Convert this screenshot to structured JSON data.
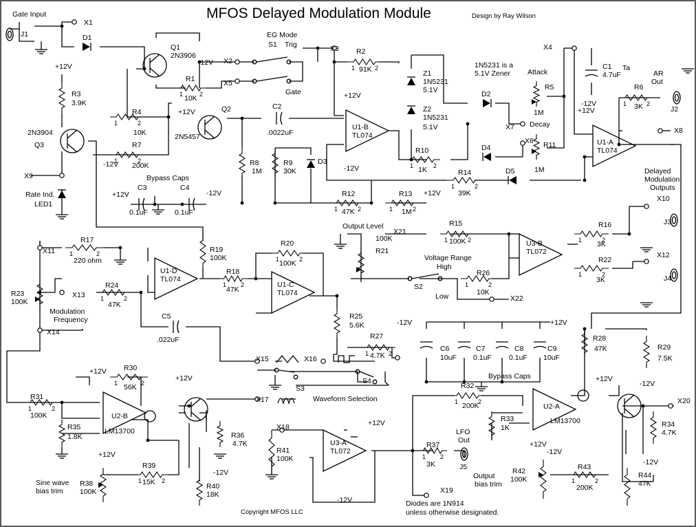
{
  "title": "MFOS Delayed Modulation Module",
  "author": "Design by Ray Wilson",
  "copyright": "Copyright MFOS LLC",
  "notes": {
    "zener": [
      "1N5231 is a",
      "5.1V Zener"
    ],
    "diodes": [
      "Diodes are 1N914",
      "unless otherwise designated."
    ],
    "bypass_caps_left": "Bypass Caps",
    "bypass_caps_right": "Bypass Caps",
    "waveform_selection": "Waveform Selection",
    "eg_mode": "EG Mode",
    "trig": "Trig",
    "gate": "Gate",
    "gate_input": "Gate Input",
    "attack": "Attack",
    "decay": "Decay",
    "ar_out": [
      "AR",
      "Out"
    ],
    "ta": "Ta",
    "delayed_outputs": [
      "Delayed",
      "Modulation",
      "Outputs"
    ],
    "output_level": "Output Level",
    "voltage_range": "Voltage Range",
    "high": "High",
    "low": "Low",
    "rate_ind": [
      "Rate Ind.",
      "LED1"
    ],
    "mod_freq": [
      "Modulation",
      "Frequency"
    ],
    "lfo_out": [
      "LFO",
      "Out"
    ],
    "sine_trim": [
      "Sine wave",
      "bias trim"
    ],
    "out_trim": [
      "Output",
      "bias trim"
    ]
  },
  "nets": {
    "X1": "X1",
    "X2": "X2",
    "X3": "X3",
    "X4": "X4",
    "X5": "X5",
    "X6": "X6",
    "X7": "X7",
    "X8": "X8",
    "X9": "X9",
    "X10": "X10",
    "X11": "X11",
    "X12": "X12",
    "X13": "X13",
    "X14": "X14",
    "X15": "X15",
    "X16": "X16",
    "X17": "X17",
    "X18": "X18",
    "X19": "X19",
    "X20": "X20",
    "X21": "X21",
    "X22": "X22"
  },
  "rails": {
    "pos": "+12V",
    "neg": "-12V"
  },
  "resistors": {
    "R1": [
      "R1",
      "10K"
    ],
    "R2": [
      "R2",
      "91K"
    ],
    "R3": [
      "R3",
      "3.9K"
    ],
    "R4": [
      "R4",
      "10K"
    ],
    "R5": [
      "R5",
      "1M"
    ],
    "R6": [
      "R6",
      "3K"
    ],
    "R7": [
      "R7",
      "200K"
    ],
    "R8": [
      "R8",
      "1M"
    ],
    "R9": [
      "R9",
      "30K"
    ],
    "R10": [
      "R10",
      "1K"
    ],
    "R11": [
      "R11",
      "1M"
    ],
    "R12": [
      "R12",
      "47K"
    ],
    "R13": [
      "R13",
      "1M"
    ],
    "R14": [
      "R14",
      "39K"
    ],
    "R15": [
      "R15",
      "100K"
    ],
    "R16": [
      "R16",
      "3K"
    ],
    "R17": [
      "R17",
      "220 ohm"
    ],
    "R18": [
      "R18",
      "47K"
    ],
    "R19": [
      "R19",
      "100K"
    ],
    "R20": [
      "R20",
      "100K"
    ],
    "R21": [
      "R21",
      "100K"
    ],
    "R22": [
      "R22",
      "3K"
    ],
    "R23": [
      "R23",
      "100K"
    ],
    "R24": [
      "R24",
      "47K"
    ],
    "R25": [
      "R25",
      "5.6K"
    ],
    "R26": [
      "R26",
      "10K"
    ],
    "R27": [
      "R27",
      "4.7K"
    ],
    "R28": [
      "R28",
      "47K"
    ],
    "R29": [
      "R29",
      "7.5K"
    ],
    "R30": [
      "R30",
      "56K"
    ],
    "R31": [
      "R31",
      "100K"
    ],
    "R32": [
      "R32",
      "200K"
    ],
    "R33": [
      "R33",
      "1K"
    ],
    "R34": [
      "R34",
      "4.7K"
    ],
    "R35": [
      "R35",
      "1.8K"
    ],
    "R36": [
      "R36",
      "4.7K"
    ],
    "R37": [
      "R37",
      "3K"
    ],
    "R38": [
      "R38",
      "100K"
    ],
    "R39": [
      "R39",
      "15K"
    ],
    "R40": [
      "R40",
      "18K"
    ],
    "R41": [
      "R41",
      "100K"
    ],
    "R42": [
      "R42",
      "100K"
    ],
    "R43": [
      "R43",
      "200K"
    ],
    "R44": [
      "R44",
      "47K"
    ]
  },
  "capacitors": {
    "C1": [
      "C1",
      "4.7uF"
    ],
    "C2": [
      "C2",
      ".0022uF"
    ],
    "C3": [
      "C3",
      "0.1uF"
    ],
    "C4": [
      "C4",
      "0.1uF"
    ],
    "C5": [
      "C5",
      ".022uF"
    ],
    "C6": [
      "C6",
      "10uF"
    ],
    "C7": [
      "C7",
      "0.1uF"
    ],
    "C8": [
      "C8",
      "0.1uF"
    ],
    "C9": [
      "C9",
      "10uF"
    ]
  },
  "semis": {
    "Q1": [
      "Q1",
      "2N3906"
    ],
    "Q2": [
      "Q2",
      "2N5457"
    ],
    "Q3": [
      "2N3904",
      "Q3"
    ],
    "Z1": [
      "Z1",
      "1N5231",
      "5.1V"
    ],
    "Z2": [
      "Z2",
      "1N5231",
      "5.1V"
    ],
    "D1": "D1",
    "D2": "D2",
    "D3": "D3",
    "D4": "D4",
    "D5": "D5"
  },
  "ics": {
    "U1B": [
      "U1-B",
      "TL074"
    ],
    "U1A": [
      "U1-A",
      "TL074"
    ],
    "U1D": [
      "U1-D",
      "TL074"
    ],
    "U1C": [
      "U1-C",
      "TL074"
    ],
    "U3B": [
      "U3-B",
      "TL072"
    ],
    "U3A": [
      "U3-A",
      "TL072"
    ],
    "U2B": [
      "U2-B",
      "LM13700"
    ],
    "U2A": [
      "U2-A",
      "LM13700"
    ]
  },
  "switches": {
    "S1": "S1",
    "S2": "S2",
    "S3": "S3",
    "S4": "S4"
  },
  "jacks": {
    "J1": "J1",
    "J2": "J2",
    "J3": "J3",
    "J4": "J4",
    "J5": "J5"
  }
}
